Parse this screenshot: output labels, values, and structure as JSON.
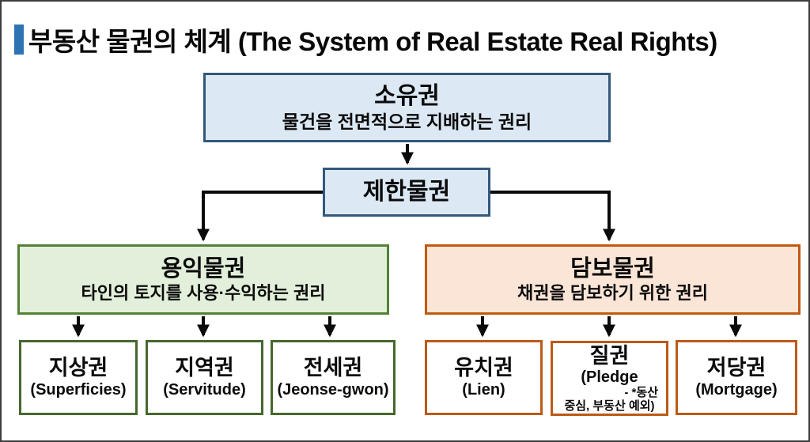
{
  "title": {
    "text": "부동산 물권의 체계 (The System of Real Estate Real Rights)",
    "accent_color": "#2e74b5"
  },
  "palette": {
    "blue_fill": "#dce9f5",
    "blue_border": "#33587c",
    "green_fill": "#e2efda",
    "green_border": "#538135",
    "orange_fill": "#fbe5d6",
    "orange_border": "#c05a11",
    "connector_color": "#000000",
    "frame_border": "#3d3d3d"
  },
  "diagram": {
    "root": {
      "title": "소유권",
      "subtitle": "물건을 전면적으로 지배하는 권리"
    },
    "limited_rights": {
      "title": "제한물권"
    },
    "usufruct": {
      "title": "용익물권",
      "subtitle": "타인의 토지를 사용·수익하는 권리",
      "children": [
        {
          "title": "지상권",
          "subtitle": "(Superficies)"
        },
        {
          "title": "지역권",
          "subtitle": "(Servitude)"
        },
        {
          "title": "전세권",
          "subtitle": "(Jeonse-gwon)"
        }
      ]
    },
    "security": {
      "title": "담보물권",
      "subtitle": "채권을 담보하기 위한 권리",
      "children": [
        {
          "title": "유치권",
          "subtitle": "(Lien)"
        },
        {
          "title": "질권",
          "subtitle": "(Pledge",
          "note_line1": "- *동산",
          "note_line2": "중심, 부동산 예외)"
        },
        {
          "title": "저당권",
          "subtitle": "(Mortgage)"
        }
      ]
    }
  }
}
